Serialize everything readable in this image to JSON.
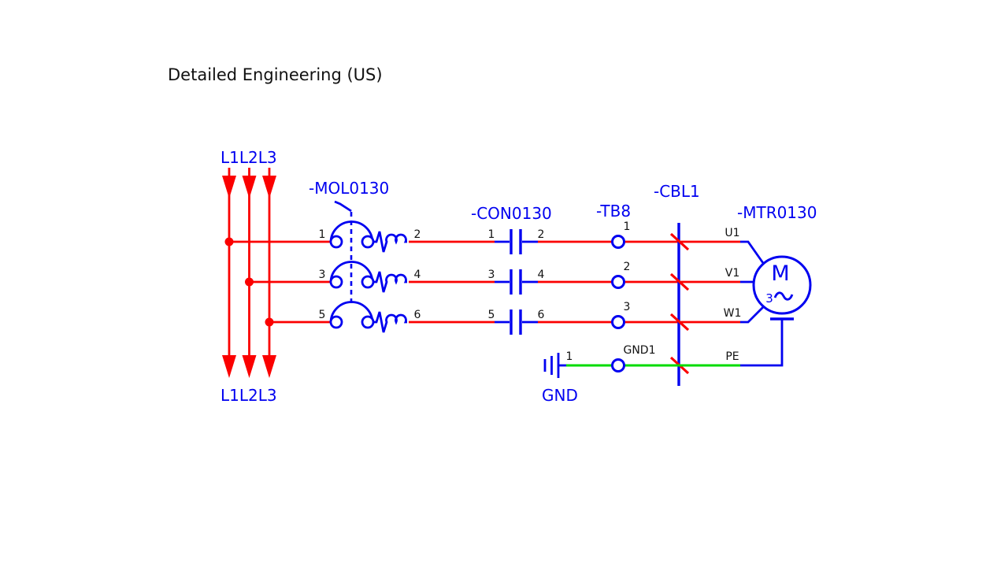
{
  "title": "Detailed Engineering (US)",
  "colors": {
    "phase_wire": "#fb0000",
    "symbol_blue": "#0000f0",
    "ground_wire": "#00db00",
    "text_black": "#111111"
  },
  "source": {
    "top_label": "L1L2L3",
    "bottom_label": "L1L2L3",
    "phases": [
      "L1",
      "L2",
      "L3"
    ]
  },
  "components": {
    "overload": {
      "tag": "-MOL0130",
      "pins": [
        "1",
        "2",
        "3",
        "4",
        "5",
        "6"
      ]
    },
    "contactor": {
      "tag": "-CON0130",
      "pins": [
        "1",
        "2",
        "3",
        "4",
        "5",
        "6"
      ]
    },
    "terminal_block": {
      "tag": "-TB8",
      "terminals": [
        "1",
        "2",
        "3"
      ]
    },
    "cable": {
      "tag": "-CBL1"
    },
    "motor": {
      "tag": "-MTR0130",
      "symbol_letter": "M",
      "phase_count": "3",
      "terminals": [
        "U1",
        "V1",
        "W1",
        "PE"
      ]
    },
    "ground": {
      "label": "GND",
      "pin": "1",
      "terminal_label": "GND1"
    }
  }
}
